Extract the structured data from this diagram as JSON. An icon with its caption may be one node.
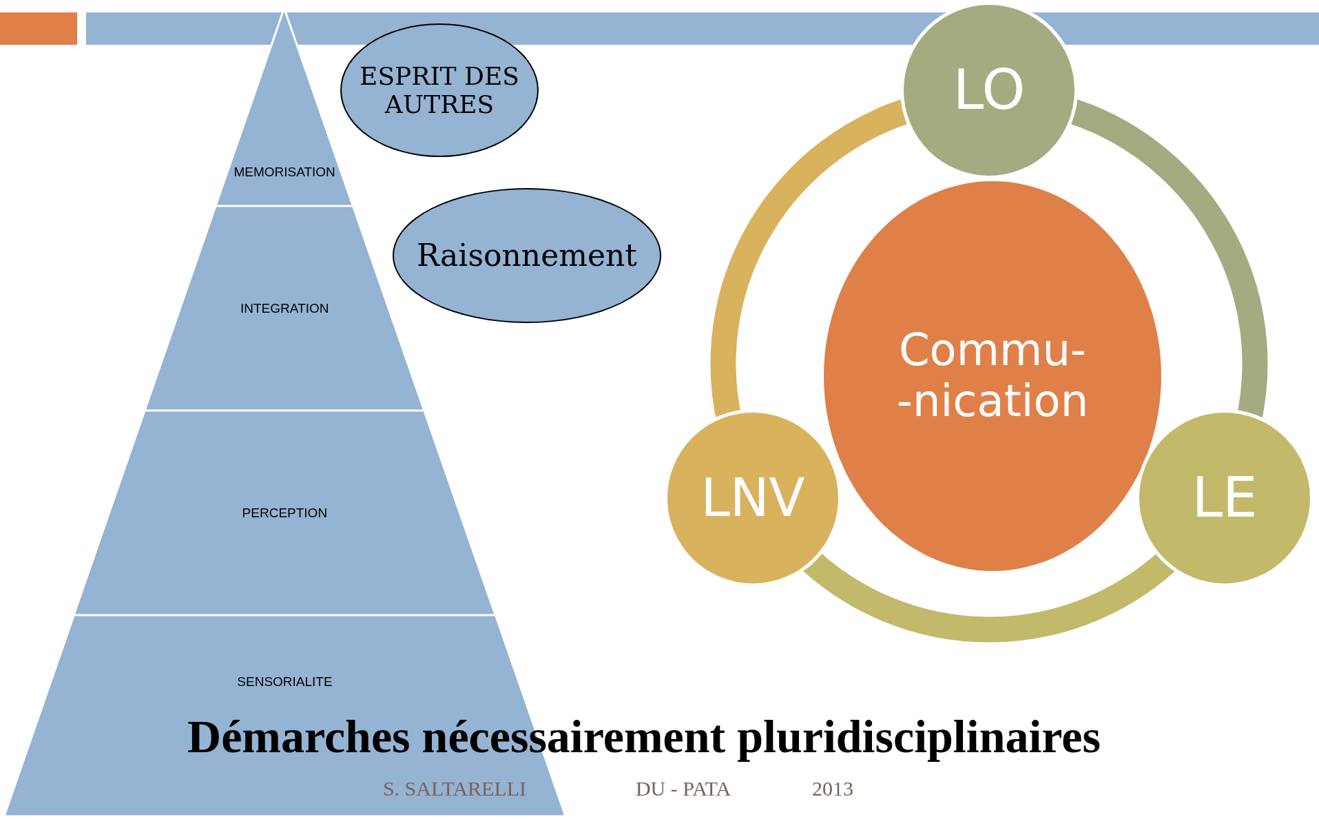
{
  "diagram": {
    "title": "Démarches nécessairement pluridisciplinaires",
    "nodes": [
      {
        "text": [
          "MEMORISATION"
        ]
      },
      {
        "text": [
          "INTEGRATION"
        ]
      },
      {
        "text": [
          "PERCEPTION"
        ]
      },
      {
        "text": [
          "SENSORIALITE"
        ]
      },
      {
        "text": [
          "ESPRIT DES AUTRES"
        ]
      },
      {
        "text": [
          "Raisonnement"
        ]
      },
      {
        "text": [
          "Commu- -nication"
        ]
      },
      {
        "text": [
          "LO"
        ]
      },
      {
        "text": [
          "LE"
        ]
      },
      {
        "text": [
          "LNV"
        ]
      }
    ],
    "edges": [
      {
        "from": 7,
        "to": 8,
        "arrow": "none",
        "color": "#a5ab80"
      },
      {
        "from": 8,
        "to": 9,
        "arrow": "none",
        "color": "#c3b96b"
      },
      {
        "from": 9,
        "to": 7,
        "arrow": "none",
        "color": "#d9b25e"
      }
    ],
    "labels": [
      "S. SALTARELLI",
      "DU - PATA",
      "2013"
    ]
  }
}
